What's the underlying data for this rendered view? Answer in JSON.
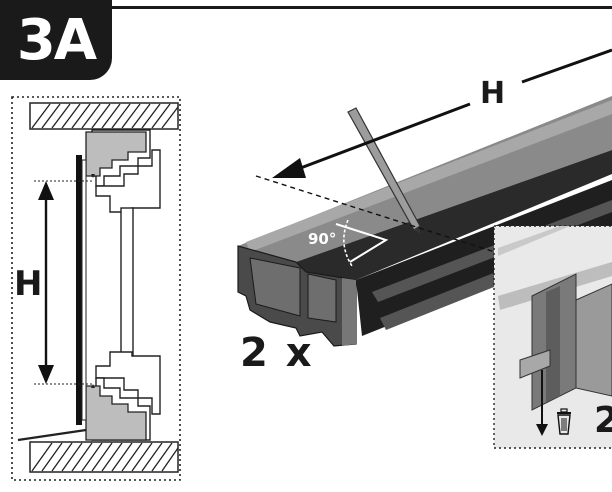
{
  "step": {
    "label": "3A"
  },
  "left_detail": {
    "dimension_label": "H"
  },
  "main_view": {
    "dimension_label": "H",
    "angle_label": "90°",
    "quantity_label": "2 x"
  },
  "inset": {
    "quantity_label": "2",
    "icon": "trash-bin-icon"
  },
  "colors": {
    "ink": "#1a1a1a",
    "profile_dark": "#2e2e2e",
    "profile_mid": "#6b6b6b",
    "grey_part": "#bdbdbd"
  }
}
